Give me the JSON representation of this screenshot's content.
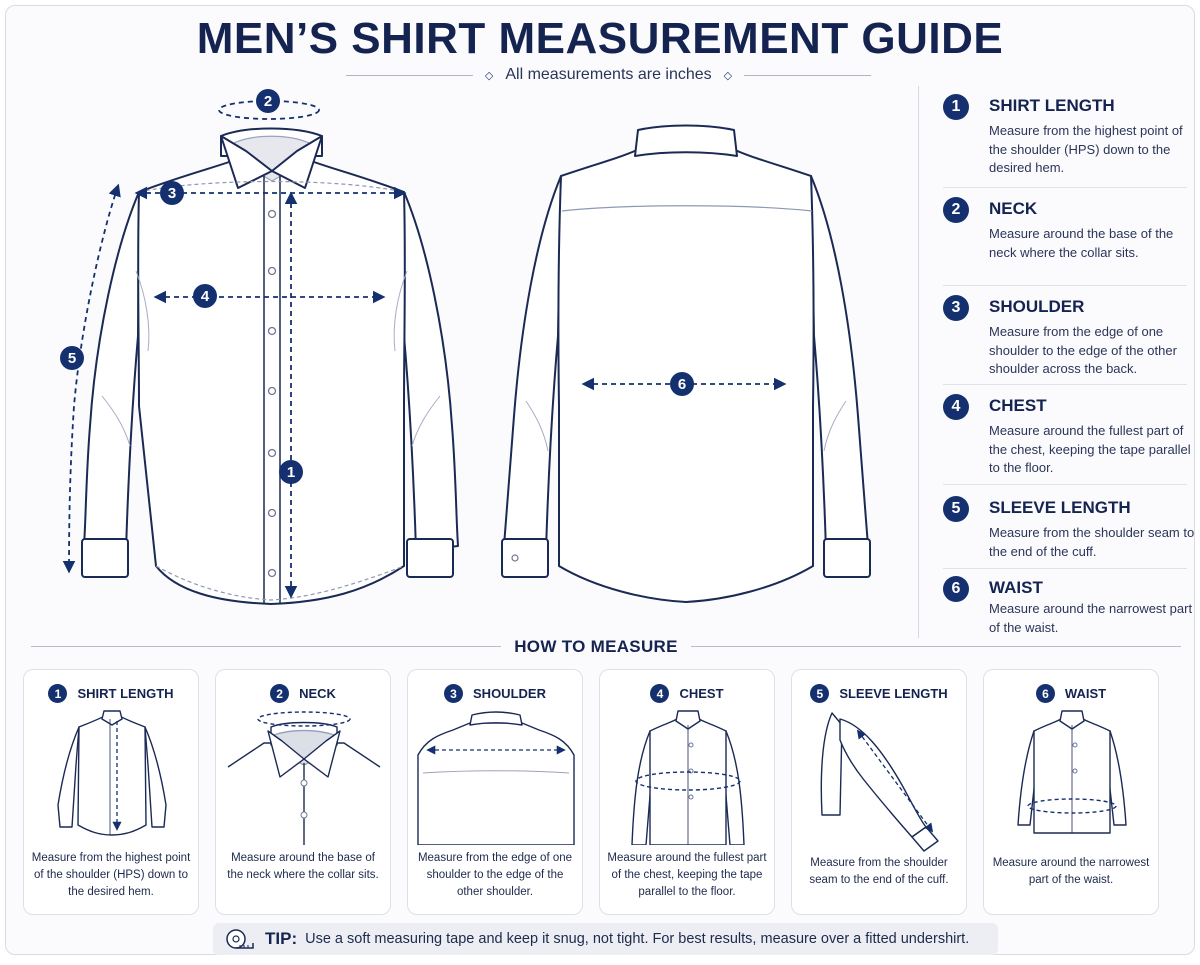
{
  "title": "MEN’S SHIRT MEASUREMENT GUIDE",
  "subtitle": "All measurements are inches",
  "subtitle_diamond": "◇",
  "colors": {
    "navy": "#14306e",
    "ink": "#142350",
    "outline": "#1b2a55"
  },
  "measurements": [
    {
      "number": "1",
      "label": "SHIRT LENGTH",
      "description": "Measure from the highest point of the shoulder (HPS) down to the desired hem."
    },
    {
      "number": "2",
      "label": "NECK",
      "description": "Measure around the base of the neck where the collar sits."
    },
    {
      "number": "3",
      "label": "SHOULDER",
      "description": "Measure from the edge of one shoulder to the edge of the other shoulder across the back."
    },
    {
      "number": "4",
      "label": "CHEST",
      "description": "Measure around the fullest part of the chest, keeping the tape parallel to the floor."
    },
    {
      "number": "5",
      "label": "SLEEVE LENGTH",
      "description": "Measure from the shoulder seam to the end of the cuff."
    },
    {
      "number": "6",
      "label": "WAIST",
      "description": "Measure around the narrowest part of the waist."
    }
  ],
  "how_to": {
    "title": "HOW TO MEASURE",
    "cards": [
      {
        "number": "1",
        "label": "SHIRT LENGTH",
        "text": "Measure from the highest point of the shoulder (HPS) down to the desired hem."
      },
      {
        "number": "2",
        "label": "NECK",
        "text": "Measure around the base of the neck where the collar sits."
      },
      {
        "number": "3",
        "label": "SHOULDER",
        "text": "Measure from the edge of one shoulder to the edge of the other shoulder."
      },
      {
        "number": "4",
        "label": "CHEST",
        "text": "Measure around the fullest part of the chest, keeping the tape parallel to the floor."
      },
      {
        "number": "5",
        "label": "SLEEVE LENGTH",
        "text": "Measure from the shoulder seam to the end of the cuff."
      },
      {
        "number": "6",
        "label": "WAIST",
        "text": "Measure around the narrowest part of the waist."
      }
    ]
  },
  "tip": {
    "label": "TIP:",
    "text": "Use a soft measuring tape and keep it snug, not tight. For best results, measure over a fitted undershirt."
  }
}
